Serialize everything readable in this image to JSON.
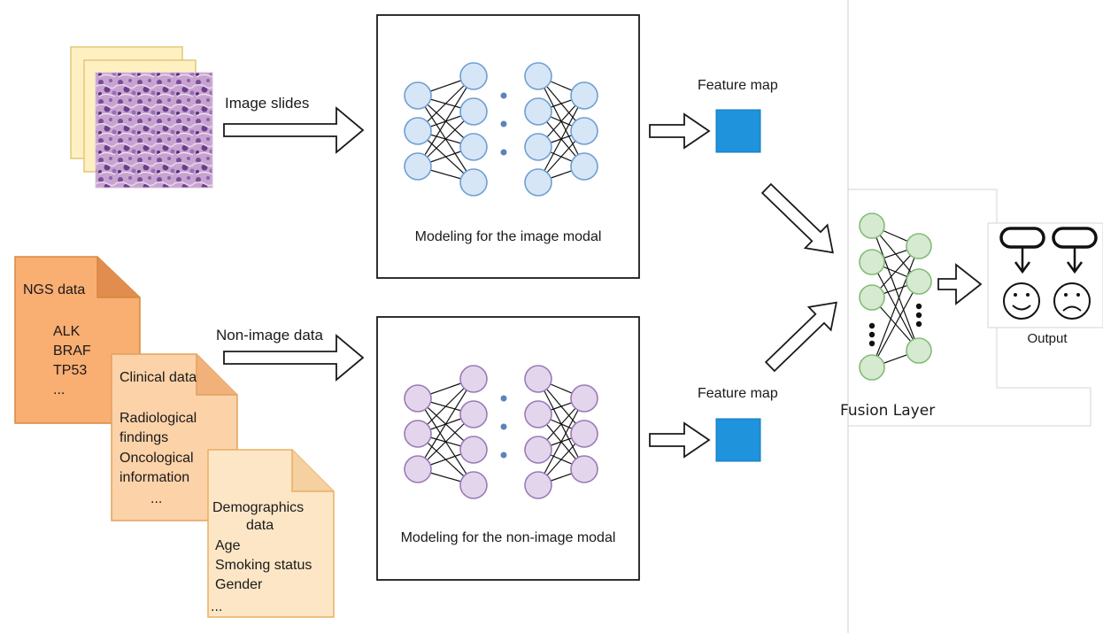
{
  "image_input": {
    "label": "Image slides"
  },
  "nonimage_input": {
    "label": "Non-image data",
    "ngs": {
      "title": "NGS data",
      "items": [
        "ALK",
        "BRAF",
        "TP53",
        "..."
      ]
    },
    "clinical": {
      "title": "Clinical data",
      "items": [
        "Radiological",
        "findings",
        "Oncological",
        "information",
        "..."
      ]
    },
    "demographics": {
      "title_line1": "Demographics",
      "title_line2": "data",
      "items": [
        "Age",
        "Smoking status",
        "Gender",
        "..."
      ]
    }
  },
  "image_model": {
    "caption": "Modeling for the image modal"
  },
  "nonimage_model": {
    "caption": "Modeling for the non-image modal"
  },
  "feature_maps": {
    "image_label": "Feature map",
    "nonimage_label": "Feature map"
  },
  "fusion": {
    "label": "Fusion Layer"
  },
  "output": {
    "label": "Output",
    "icons": [
      "smiley-face-icon",
      "frowning-face-icon"
    ]
  },
  "colors": {
    "image_nodes_fill": "#d6e6f7",
    "image_nodes_stroke": "#6e9fd2",
    "nonimage_nodes_fill": "#e3d6ec",
    "nonimage_nodes_stroke": "#9a7ab8",
    "fusion_nodes_fill": "#d5ead0",
    "fusion_nodes_stroke": "#84bb78",
    "feature_map": "#1f93db",
    "ngs_doc": "#f9ae72",
    "clinical_doc": "#fcd2a8",
    "demographics_doc": "#fde6c6",
    "slide_paper": "#fff0c2"
  }
}
